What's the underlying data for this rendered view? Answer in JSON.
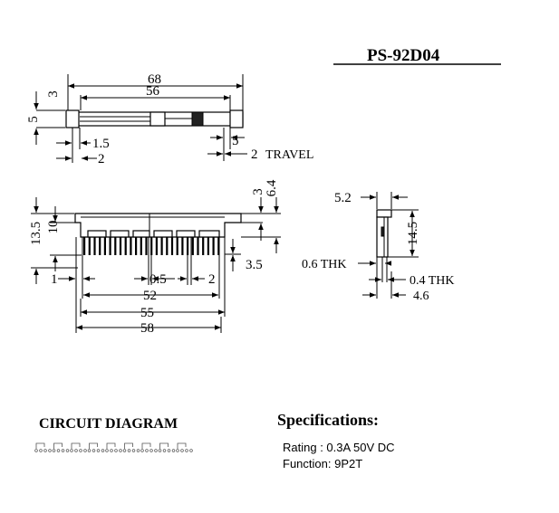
{
  "part_number": "PS-92D04",
  "top_view": {
    "dim_overall": "68",
    "dim_span": "56",
    "dim_left_height": "3",
    "dim_left_body": "5",
    "dim_lead_offset": "1.5",
    "dim_lead_end": "2",
    "dim_knob": "5",
    "dim_travel_value": "2",
    "travel_label": "TRAVEL"
  },
  "front_view": {
    "dim_top_small": "3",
    "dim_top_large": "6.4",
    "dim_height_total": "13.5",
    "dim_height_body": "10",
    "dim_pin_offset": "1",
    "dim_pin_width": "0.5",
    "dim_pitch": "2",
    "dim_pin_length": "3.5",
    "dim_pins_span": "52",
    "dim_body_span": "55",
    "dim_overall_span": "58"
  },
  "side_view": {
    "dim_top_width": "5.2",
    "dim_height": "14.5",
    "dim_thk_left": "0.6  THK",
    "dim_thk_right": "0.4  THK",
    "dim_base": "4.6"
  },
  "circuit": {
    "title": "CIRCUIT DIAGRAM"
  },
  "specifications": {
    "title": "Specifications:",
    "rating": "Rating : 0.3A 50V DC",
    "function": "Function: 9P2T"
  }
}
